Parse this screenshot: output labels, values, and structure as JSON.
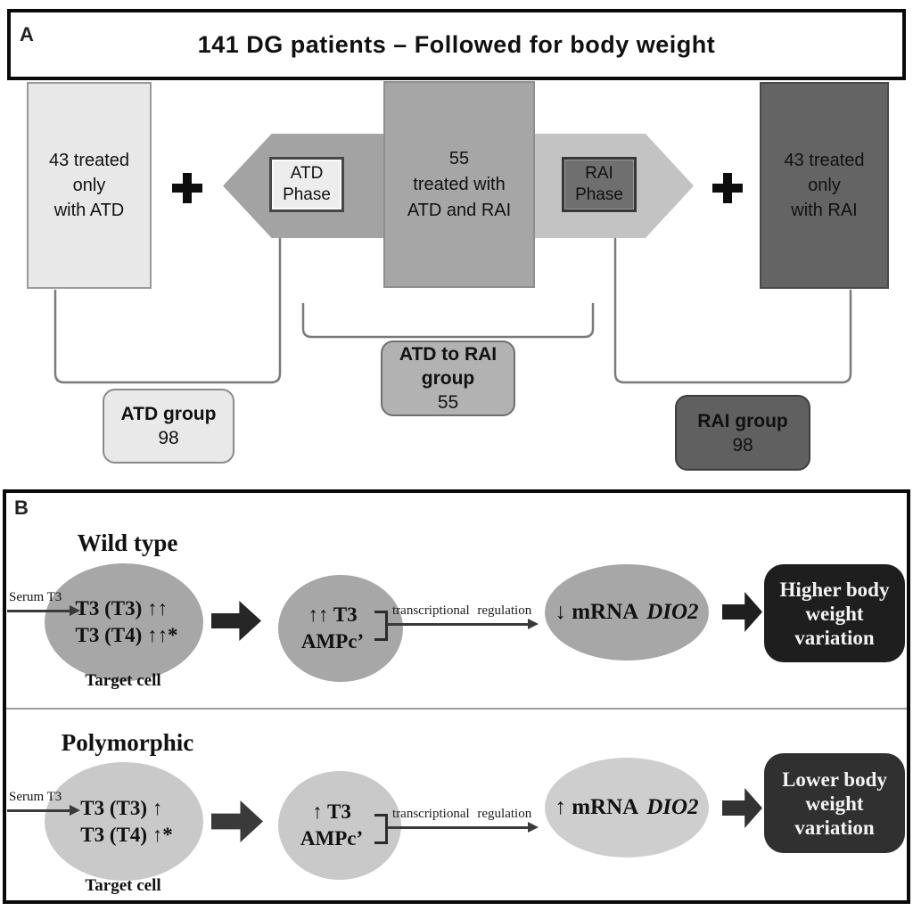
{
  "figure": {
    "panel_a": {
      "label": "A",
      "title": "141 DG patients – Followed for body weight",
      "left_box": "43 treated\nonly\nwith ATD",
      "center_box": "55\ntreated with\nATD and RAI",
      "atd_phase": "ATD\nPhase",
      "rai_phase": "RAI\nPhase",
      "right_box": "43 treated\nonly\nwith RAI",
      "groups": [
        {
          "title": "ATD group",
          "count": "98"
        },
        {
          "title": "ATD to RAI\ngroup",
          "count": "55"
        },
        {
          "title": "RAI group",
          "count": "98"
        }
      ]
    },
    "panel_b": {
      "label": "B",
      "rows": [
        {
          "title": "Wild type",
          "serum": "Serum T3",
          "cell_line1": "T3 (T3) ↑↑",
          "cell_line2": "T3 (T4) ↑↑*",
          "cell_caption": "Target cell",
          "signal_line1": "↑↑ T3",
          "signal_line2": "AMPc’",
          "regulation": "transcriptional regulation",
          "mrna": "↓ mRNA",
          "gene": "DIO2",
          "outcome": "Higher body\nweight\nvariation"
        },
        {
          "title": "Polymorphic",
          "serum": "Serum T3",
          "cell_line1": "T3 (T3) ↑",
          "cell_line2": "T3 (T4) ↑*",
          "cell_caption": "Target cell",
          "signal_line1": "↑ T3",
          "signal_line2": "AMPc’",
          "regulation": "transcriptional regulation",
          "mrna": "↑ mRNA",
          "gene": "DIO2",
          "outcome": "Lower body\nweight\nvariation"
        }
      ]
    },
    "colors": {
      "light_box": "#e8e8e8",
      "mid_gray": "#a6a6a6",
      "right_arrow_gray": "#c3c3c3",
      "dark_box": "#646464",
      "mid_group": "#b2b2b2",
      "rai_group": "#606060",
      "wild_ellipse": "#a7a7a7",
      "poly_ellipse": "#c9c9c9",
      "outcome_wild": "#1e1e1e",
      "outcome_poly": "#303030",
      "bracket_line": "#7a7a7a"
    }
  }
}
